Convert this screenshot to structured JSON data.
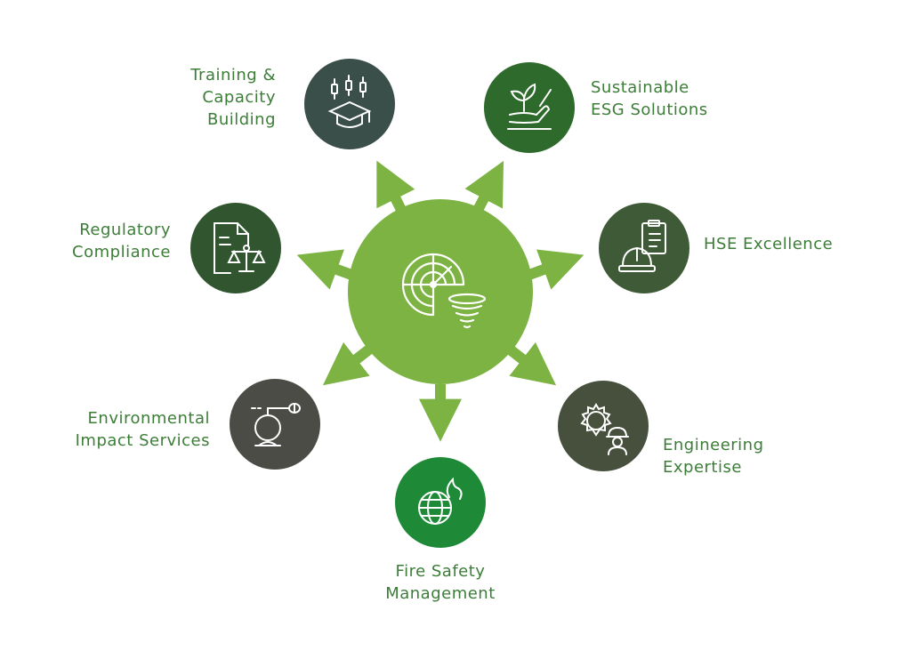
{
  "colors": {
    "hub": "#7cb342",
    "arrow": "#7cb342",
    "label": "#3c7d38",
    "icon_stroke": "#ffffff"
  },
  "hub": {
    "icon": "radar-hazard-icon"
  },
  "nodes": [
    {
      "id": "training",
      "label": "Training &\nCapacity\nBuilding",
      "color": "#3a4e4a",
      "icon": "chart-graduation-cap-icon"
    },
    {
      "id": "esg",
      "label": "Sustainable\nESG Solutions",
      "color": "#2d6a2c",
      "icon": "plant-hand-icon"
    },
    {
      "id": "hse",
      "label": "HSE Excellence",
      "color": "#3f5a36",
      "icon": "hardhat-clipboard-icon"
    },
    {
      "id": "engineering",
      "label": "Engineering\nExpertise",
      "color": "#46503c",
      "icon": "gear-worker-icon"
    },
    {
      "id": "fire",
      "label": "Fire Safety\nManagement",
      "color": "#1e8a38",
      "icon": "globe-flame-icon"
    },
    {
      "id": "environmental",
      "label": "Environmental\nImpact Services",
      "color": "#4a4c45",
      "icon": "air-sampler-icon"
    },
    {
      "id": "regulatory",
      "label": "Regulatory\nCompliance",
      "color": "#31552f",
      "icon": "document-scales-icon"
    }
  ]
}
